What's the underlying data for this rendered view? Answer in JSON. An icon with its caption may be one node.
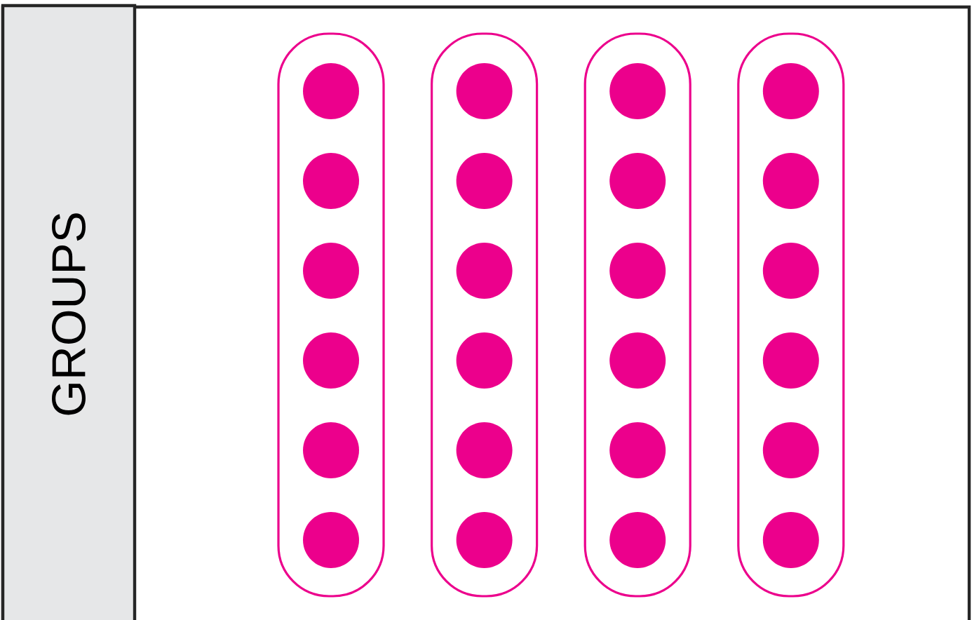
{
  "diagram": {
    "nodes": [
      {
        "text": [
          "GROUPS"
        ]
      },
      {
        "text": [],
        "shape": "box"
      },
      {
        "text": [],
        "shape": "circle",
        "in": 1
      },
      {
        "text": [],
        "shape": "circle",
        "in": 1
      },
      {
        "text": [],
        "shape": "circle",
        "in": 1
      },
      {
        "text": [],
        "shape": "circle",
        "in": 1
      },
      {
        "text": [],
        "shape": "circle",
        "in": 1
      },
      {
        "text": [],
        "shape": "circle",
        "in": 1
      },
      {
        "text": [],
        "shape": "box"
      },
      {
        "text": [],
        "shape": "circle",
        "in": 8
      },
      {
        "text": [],
        "shape": "circle",
        "in": 8
      },
      {
        "text": [],
        "shape": "circle",
        "in": 8
      },
      {
        "text": [],
        "shape": "circle",
        "in": 8
      },
      {
        "text": [],
        "shape": "circle",
        "in": 8
      },
      {
        "text": [],
        "shape": "circle",
        "in": 8
      },
      {
        "text": [],
        "shape": "box"
      },
      {
        "text": [],
        "shape": "circle",
        "in": 15
      },
      {
        "text": [],
        "shape": "circle",
        "in": 15
      },
      {
        "text": [],
        "shape": "circle",
        "in": 15
      },
      {
        "text": [],
        "shape": "circle",
        "in": 15
      },
      {
        "text": [],
        "shape": "circle",
        "in": 15
      },
      {
        "text": [],
        "shape": "circle",
        "in": 15
      },
      {
        "text": [],
        "shape": "box"
      },
      {
        "text": [],
        "shape": "circle",
        "in": 22
      },
      {
        "text": [],
        "shape": "circle",
        "in": 22
      },
      {
        "text": [],
        "shape": "circle",
        "in": 22
      },
      {
        "text": [],
        "shape": "circle",
        "in": 22
      },
      {
        "text": [],
        "shape": "circle",
        "in": 22
      },
      {
        "text": [],
        "shape": "circle",
        "in": 22
      }
    ]
  }
}
